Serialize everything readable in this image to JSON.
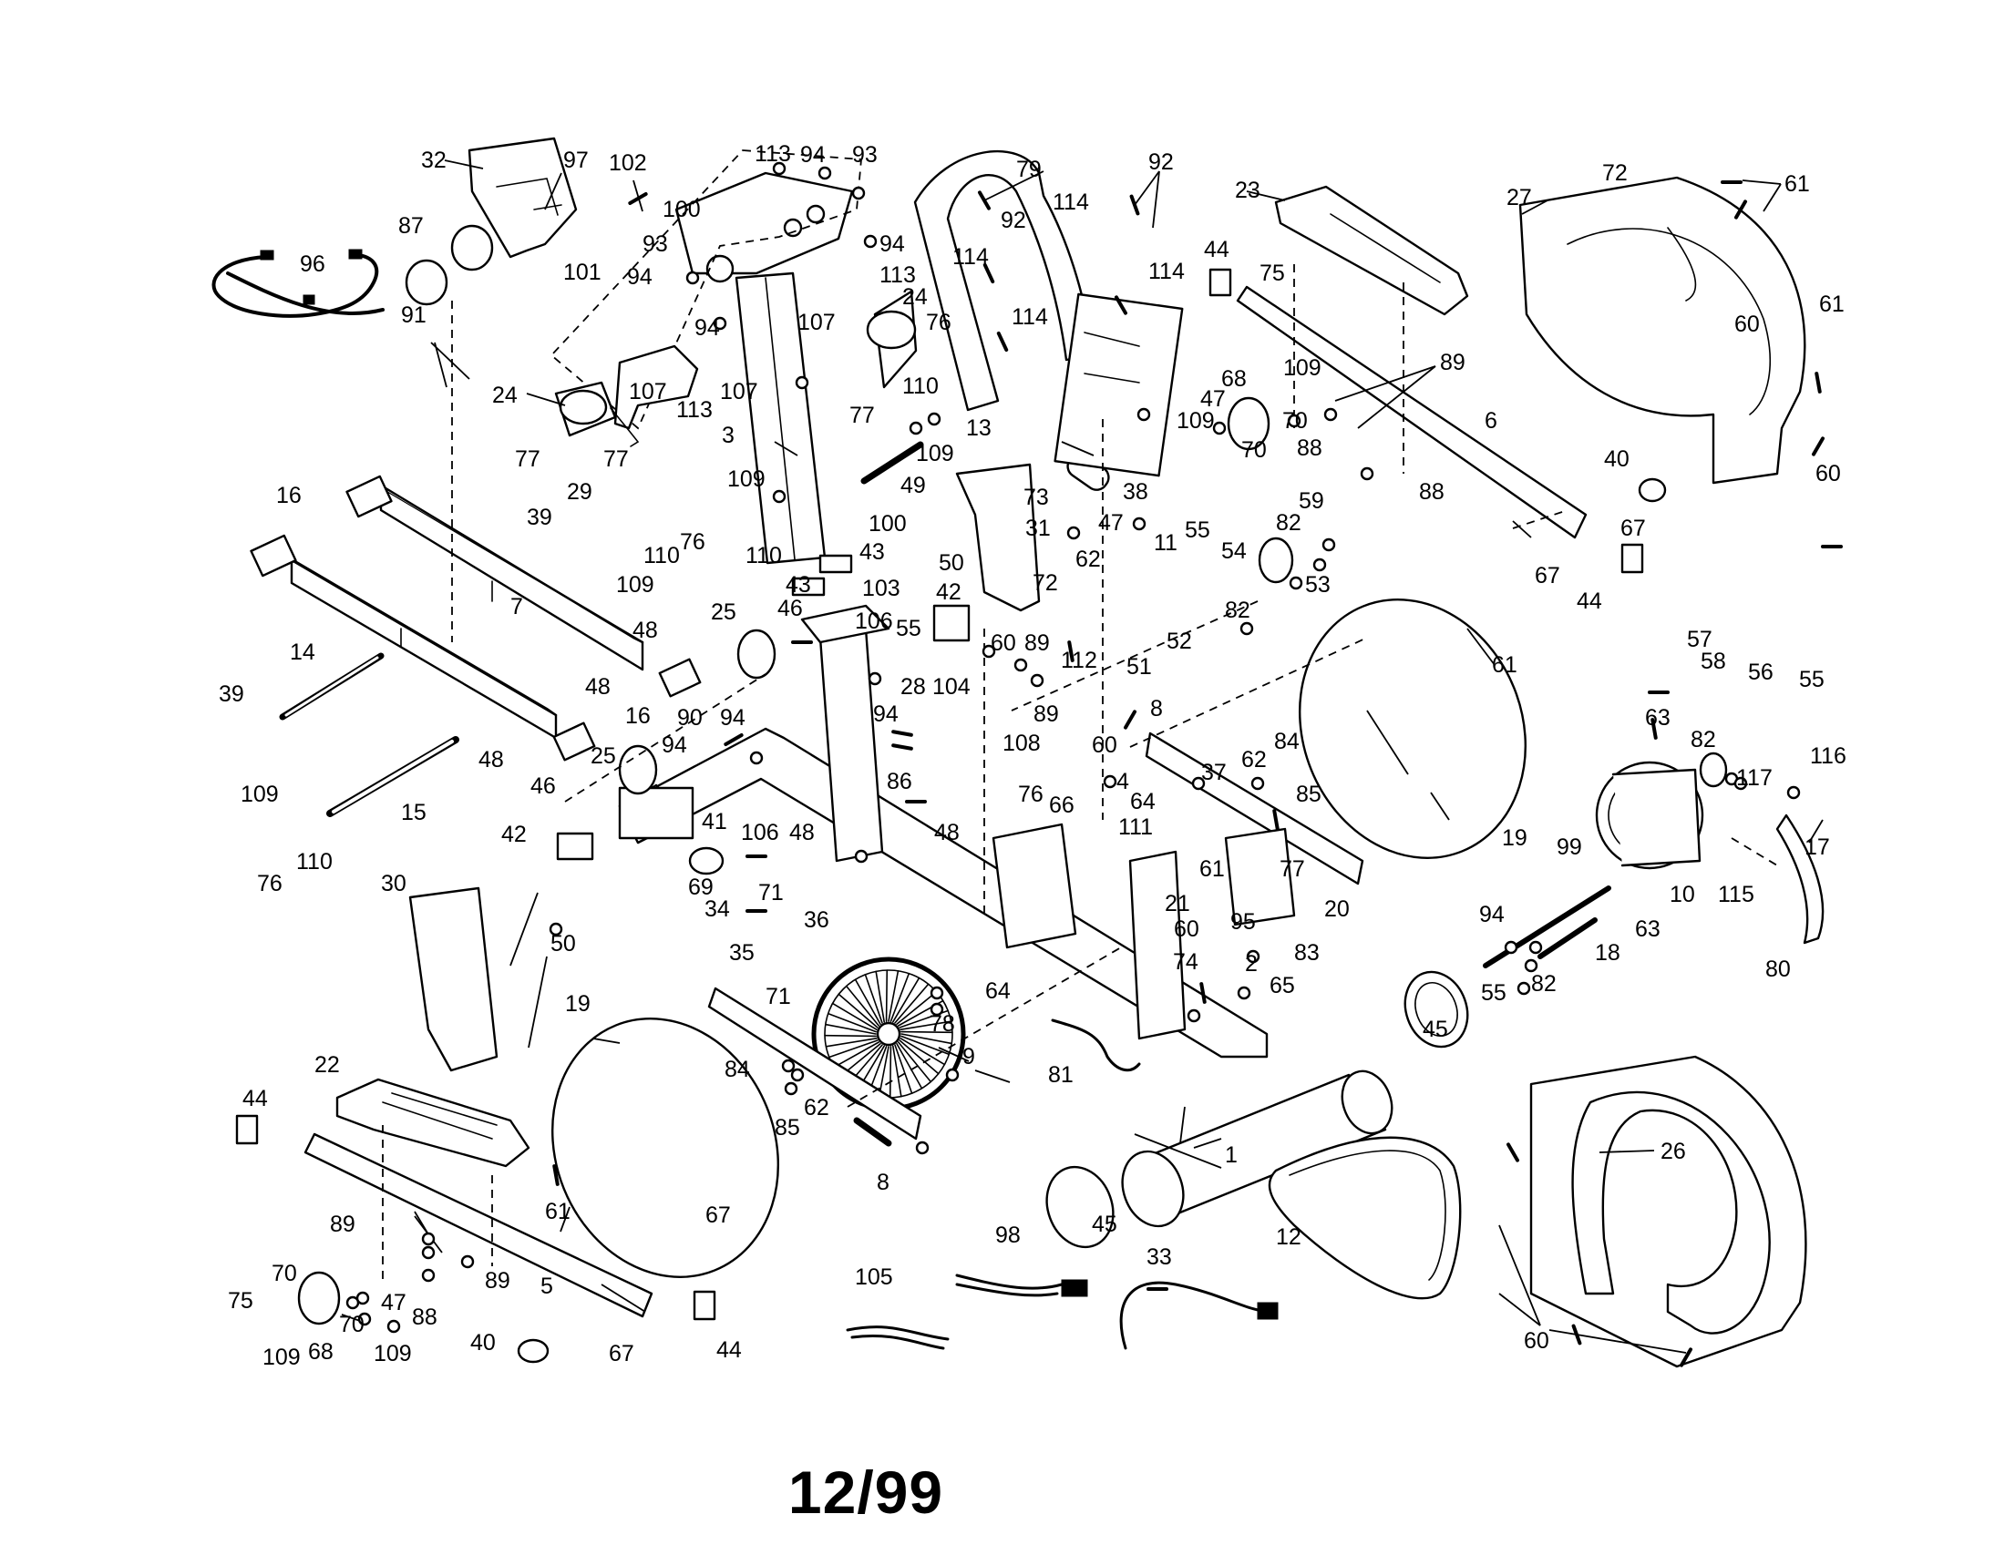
{
  "footer": {
    "date_code": "12/99"
  },
  "callouts": [
    {
      "id": "c0",
      "text": "32"
    },
    {
      "id": "c1",
      "text": "97"
    },
    {
      "id": "c2",
      "text": "102"
    },
    {
      "id": "c3",
      "text": "113"
    },
    {
      "id": "c4",
      "text": "94"
    },
    {
      "id": "c5",
      "text": "93"
    },
    {
      "id": "c6",
      "text": "79"
    },
    {
      "id": "c7",
      "text": "92"
    },
    {
      "id": "c8",
      "text": "72"
    },
    {
      "id": "c9",
      "text": "61"
    },
    {
      "id": "c10",
      "text": "100"
    },
    {
      "id": "c11",
      "text": "87"
    },
    {
      "id": "c12",
      "text": "96"
    },
    {
      "id": "c13",
      "text": "101"
    },
    {
      "id": "c14",
      "text": "93"
    },
    {
      "id": "c15",
      "text": "94"
    },
    {
      "id": "c16",
      "text": "94"
    },
    {
      "id": "c17",
      "text": "113"
    },
    {
      "id": "c18",
      "text": "114"
    },
    {
      "id": "c19",
      "text": "92"
    },
    {
      "id": "c20",
      "text": "114"
    },
    {
      "id": "c21",
      "text": "23"
    },
    {
      "id": "c22",
      "text": "27"
    },
    {
      "id": "c23",
      "text": "44"
    },
    {
      "id": "c24",
      "text": "75"
    },
    {
      "id": "c25",
      "text": "107"
    },
    {
      "id": "c26",
      "text": "107"
    },
    {
      "id": "c27",
      "text": "94"
    },
    {
      "id": "c28",
      "text": "24"
    },
    {
      "id": "c29",
      "text": "113"
    },
    {
      "id": "c30",
      "text": "114"
    },
    {
      "id": "c31",
      "text": "114"
    },
    {
      "id": "c32",
      "text": "60"
    },
    {
      "id": "c33",
      "text": "61"
    },
    {
      "id": "c34",
      "text": "91"
    },
    {
      "id": "c35",
      "text": "24"
    },
    {
      "id": "c36",
      "text": "77"
    },
    {
      "id": "c37",
      "text": "77"
    },
    {
      "id": "c38",
      "text": "76"
    },
    {
      "id": "c39",
      "text": "110"
    },
    {
      "id": "c40",
      "text": "107"
    },
    {
      "id": "c41",
      "text": "77"
    },
    {
      "id": "c42",
      "text": "13"
    },
    {
      "id": "c43",
      "text": "109"
    },
    {
      "id": "c44",
      "text": "3"
    },
    {
      "id": "c45",
      "text": "109"
    },
    {
      "id": "c46",
      "text": "47"
    },
    {
      "id": "c47",
      "text": "68"
    },
    {
      "id": "c48",
      "text": "109"
    },
    {
      "id": "c49",
      "text": "89"
    },
    {
      "id": "c50",
      "text": "70"
    },
    {
      "id": "c51",
      "text": "70"
    },
    {
      "id": "c52",
      "text": "88"
    },
    {
      "id": "c53",
      "text": "6"
    },
    {
      "id": "c54",
      "text": "88"
    },
    {
      "id": "c55",
      "text": "38"
    },
    {
      "id": "c56",
      "text": "49"
    },
    {
      "id": "c57",
      "text": "73"
    },
    {
      "id": "c58",
      "text": "60"
    },
    {
      "id": "c59",
      "text": "16"
    },
    {
      "id": "c60",
      "text": "29"
    },
    {
      "id": "c61",
      "text": "109"
    },
    {
      "id": "c62",
      "text": "39"
    },
    {
      "id": "c63",
      "text": "100"
    },
    {
      "id": "c64",
      "text": "31"
    },
    {
      "id": "c65",
      "text": "47"
    },
    {
      "id": "c66",
      "text": "55"
    },
    {
      "id": "c67",
      "text": "82"
    },
    {
      "id": "c68",
      "text": "59"
    },
    {
      "id": "c69",
      "text": "40"
    },
    {
      "id": "c70",
      "text": "76"
    },
    {
      "id": "c71",
      "text": "110"
    },
    {
      "id": "c72",
      "text": "110"
    },
    {
      "id": "c73",
      "text": "43"
    },
    {
      "id": "c74",
      "text": "50"
    },
    {
      "id": "c75",
      "text": "62"
    },
    {
      "id": "c76",
      "text": "11"
    },
    {
      "id": "c77",
      "text": "54"
    },
    {
      "id": "c78",
      "text": "53"
    },
    {
      "id": "c79",
      "text": "67"
    },
    {
      "id": "c80",
      "text": "109"
    },
    {
      "id": "c81",
      "text": "43"
    },
    {
      "id": "c82",
      "text": "103"
    },
    {
      "id": "c83",
      "text": "72"
    },
    {
      "id": "c84",
      "text": "82"
    },
    {
      "id": "c85",
      "text": "67"
    },
    {
      "id": "c86",
      "text": "44"
    },
    {
      "id": "c87",
      "text": "7"
    },
    {
      "id": "c88",
      "text": "48"
    },
    {
      "id": "c89",
      "text": "25"
    },
    {
      "id": "c90",
      "text": "46"
    },
    {
      "id": "c91",
      "text": "42"
    },
    {
      "id": "c92",
      "text": "106"
    },
    {
      "id": "c93",
      "text": "55"
    },
    {
      "id": "c94",
      "text": "60"
    },
    {
      "id": "c95",
      "text": "89"
    },
    {
      "id": "c96",
      "text": "52"
    },
    {
      "id": "c97",
      "text": "61"
    },
    {
      "id": "c98",
      "text": "14"
    },
    {
      "id": "c99",
      "text": "112"
    },
    {
      "id": "c100",
      "text": "51"
    },
    {
      "id": "c101",
      "text": "39"
    },
    {
      "id": "c102",
      "text": "48"
    },
    {
      "id": "c103",
      "text": "16"
    },
    {
      "id": "c104",
      "text": "90"
    },
    {
      "id": "c105",
      "text": "94"
    },
    {
      "id": "c106",
      "text": "94"
    },
    {
      "id": "c107",
      "text": "28"
    },
    {
      "id": "c108",
      "text": "104"
    },
    {
      "id": "c109",
      "text": "89"
    },
    {
      "id": "c110",
      "text": "57"
    },
    {
      "id": "c111",
      "text": "58"
    },
    {
      "id": "c112",
      "text": "56"
    },
    {
      "id": "c113",
      "text": "55"
    },
    {
      "id": "c114",
      "text": "8"
    },
    {
      "id": "c115",
      "text": "63"
    },
    {
      "id": "c116",
      "text": "82"
    },
    {
      "id": "c117",
      "text": "116"
    },
    {
      "id": "c118",
      "text": "25"
    },
    {
      "id": "c119",
      "text": "94"
    },
    {
      "id": "c120",
      "text": "108"
    },
    {
      "id": "c121",
      "text": "60"
    },
    {
      "id": "c122",
      "text": "84"
    },
    {
      "id": "c123",
      "text": "62"
    },
    {
      "id": "c124",
      "text": "37"
    },
    {
      "id": "c125",
      "text": "117"
    },
    {
      "id": "c126",
      "text": "46"
    },
    {
      "id": "c127",
      "text": "48"
    },
    {
      "id": "c128",
      "text": "86"
    },
    {
      "id": "c129",
      "text": "4"
    },
    {
      "id": "c130",
      "text": "64"
    },
    {
      "id": "c131",
      "text": "85"
    },
    {
      "id": "c132",
      "text": "19"
    },
    {
      "id": "c133",
      "text": "109"
    },
    {
      "id": "c134",
      "text": "15"
    },
    {
      "id": "c135",
      "text": "41"
    },
    {
      "id": "c136",
      "text": "76"
    },
    {
      "id": "c137",
      "text": "66"
    },
    {
      "id": "c138",
      "text": "99"
    },
    {
      "id": "c139",
      "text": "10"
    },
    {
      "id": "c140",
      "text": "115"
    },
    {
      "id": "c141",
      "text": "17"
    },
    {
      "id": "c142",
      "text": "110"
    },
    {
      "id": "c143",
      "text": "106"
    },
    {
      "id": "c144",
      "text": "42"
    },
    {
      "id": "c145",
      "text": "48"
    },
    {
      "id": "c146",
      "text": "48"
    },
    {
      "id": "c147",
      "text": "111"
    },
    {
      "id": "c148",
      "text": "76"
    },
    {
      "id": "c149",
      "text": "69"
    },
    {
      "id": "c150",
      "text": "71"
    },
    {
      "id": "c151",
      "text": "61"
    },
    {
      "id": "c152",
      "text": "77"
    },
    {
      "id": "c153",
      "text": "20"
    },
    {
      "id": "c154",
      "text": "30"
    },
    {
      "id": "c155",
      "text": "34"
    },
    {
      "id": "c156",
      "text": "36"
    },
    {
      "id": "c157",
      "text": "21"
    },
    {
      "id": "c158",
      "text": "95"
    },
    {
      "id": "c159",
      "text": "63"
    },
    {
      "id": "c160",
      "text": "50"
    },
    {
      "id": "c161",
      "text": "60"
    },
    {
      "id": "c162",
      "text": "18"
    },
    {
      "id": "c163",
      "text": "35"
    },
    {
      "id": "c164",
      "text": "94"
    },
    {
      "id": "c165",
      "text": "74"
    },
    {
      "id": "c166",
      "text": "2"
    },
    {
      "id": "c167",
      "text": "83"
    },
    {
      "id": "c168",
      "text": "80"
    },
    {
      "id": "c169",
      "text": "64"
    },
    {
      "id": "c170",
      "text": "71"
    },
    {
      "id": "c171",
      "text": "65"
    },
    {
      "id": "c172",
      "text": "82"
    },
    {
      "id": "c173",
      "text": "19"
    },
    {
      "id": "c174",
      "text": "78"
    },
    {
      "id": "c175",
      "text": "55"
    },
    {
      "id": "c176",
      "text": "45"
    },
    {
      "id": "c177",
      "text": "9"
    },
    {
      "id": "c178",
      "text": "81"
    },
    {
      "id": "c179",
      "text": "22"
    },
    {
      "id": "c180",
      "text": "84"
    },
    {
      "id": "c181",
      "text": "44"
    },
    {
      "id": "c182",
      "text": "85"
    },
    {
      "id": "c183",
      "text": "62"
    },
    {
      "id": "c184",
      "text": "1"
    },
    {
      "id": "c185",
      "text": "26"
    },
    {
      "id": "c186",
      "text": "8"
    },
    {
      "id": "c187",
      "text": "61"
    },
    {
      "id": "c188",
      "text": "89"
    },
    {
      "id": "c189",
      "text": "67"
    },
    {
      "id": "c190",
      "text": "45"
    },
    {
      "id": "c191",
      "text": "12"
    },
    {
      "id": "c192",
      "text": "98"
    },
    {
      "id": "c193",
      "text": "70"
    },
    {
      "id": "c194",
      "text": "89"
    },
    {
      "id": "c195",
      "text": "33"
    },
    {
      "id": "c196",
      "text": "5"
    },
    {
      "id": "c197",
      "text": "105"
    },
    {
      "id": "c198",
      "text": "75"
    },
    {
      "id": "c199",
      "text": "47"
    },
    {
      "id": "c200",
      "text": "88"
    },
    {
      "id": "c201",
      "text": "70"
    },
    {
      "id": "c202",
      "text": "40"
    },
    {
      "id": "c203",
      "text": "60"
    },
    {
      "id": "c204",
      "text": "109"
    },
    {
      "id": "c205",
      "text": "68"
    },
    {
      "id": "c206",
      "text": "109"
    },
    {
      "id": "c207",
      "text": "67"
    },
    {
      "id": "c208",
      "text": "44"
    }
  ]
}
